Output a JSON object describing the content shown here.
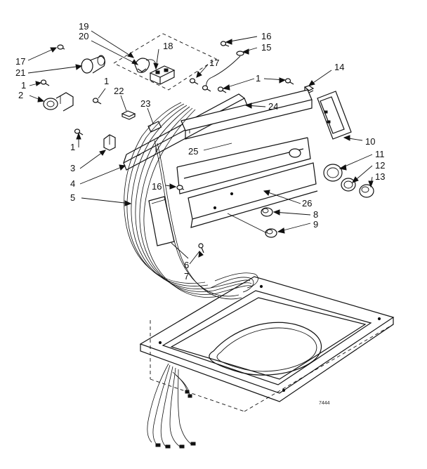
{
  "diagram": {
    "callouts": [
      {
        "id": "c19",
        "text": "19"
      },
      {
        "id": "c20",
        "text": "20"
      },
      {
        "id": "c18",
        "text": "18"
      },
      {
        "id": "c17a",
        "text": "17"
      },
      {
        "id": "c21",
        "text": "21"
      },
      {
        "id": "c1a",
        "text": "1"
      },
      {
        "id": "c2",
        "text": "2"
      },
      {
        "id": "c1b",
        "text": "1"
      },
      {
        "id": "c22",
        "text": "22"
      },
      {
        "id": "c23",
        "text": "23"
      },
      {
        "id": "c16a",
        "text": "16"
      },
      {
        "id": "c15",
        "text": "15"
      },
      {
        "id": "c17b",
        "text": "17"
      },
      {
        "id": "c1c",
        "text": "1"
      },
      {
        "id": "c14",
        "text": "14"
      },
      {
        "id": "c24",
        "text": "24"
      },
      {
        "id": "c1d",
        "text": "1"
      },
      {
        "id": "c3",
        "text": "3"
      },
      {
        "id": "c4",
        "text": "4"
      },
      {
        "id": "c5",
        "text": "5"
      },
      {
        "id": "c25",
        "text": "25"
      },
      {
        "id": "c10",
        "text": "10"
      },
      {
        "id": "c11",
        "text": "11"
      },
      {
        "id": "c12",
        "text": "12"
      },
      {
        "id": "c13",
        "text": "13"
      },
      {
        "id": "c16b",
        "text": "16"
      },
      {
        "id": "c26",
        "text": "26"
      },
      {
        "id": "c8",
        "text": "8"
      },
      {
        "id": "c9",
        "text": "9"
      },
      {
        "id": "c6",
        "text": "6"
      },
      {
        "id": "c7",
        "text": "7"
      }
    ],
    "drawing_code": "7444"
  }
}
